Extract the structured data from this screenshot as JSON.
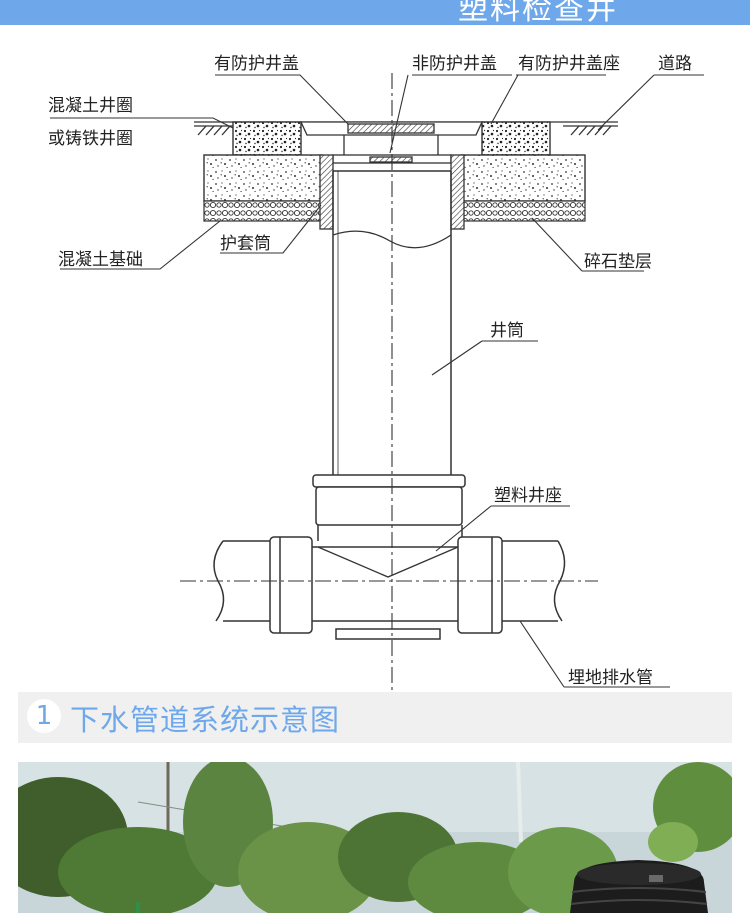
{
  "header": {
    "title": "塑料检查井"
  },
  "diagram": {
    "labels": {
      "guarded_cover": "有防护井盖",
      "unguarded_cover": "非防护井盖",
      "guarded_cover_seat": "有防护井盖座",
      "road": "道路",
      "concrete_ring": "混凝土井圈",
      "cast_iron_ring": "或铸铁井圈",
      "concrete_foundation": "混凝土基础",
      "protective_sleeve": "护套筒",
      "gravel_cushion": "碎石垫层",
      "shaft": "井筒",
      "plastic_base": "塑料井座",
      "buried_drain_pipe": "埋地排水管"
    }
  },
  "caption": {
    "number": "1",
    "text": "下水管道系统示意图"
  },
  "colors": {
    "accent": "#6ea8ea",
    "caption_bg": "#f0f0f0",
    "line": "#333333"
  }
}
